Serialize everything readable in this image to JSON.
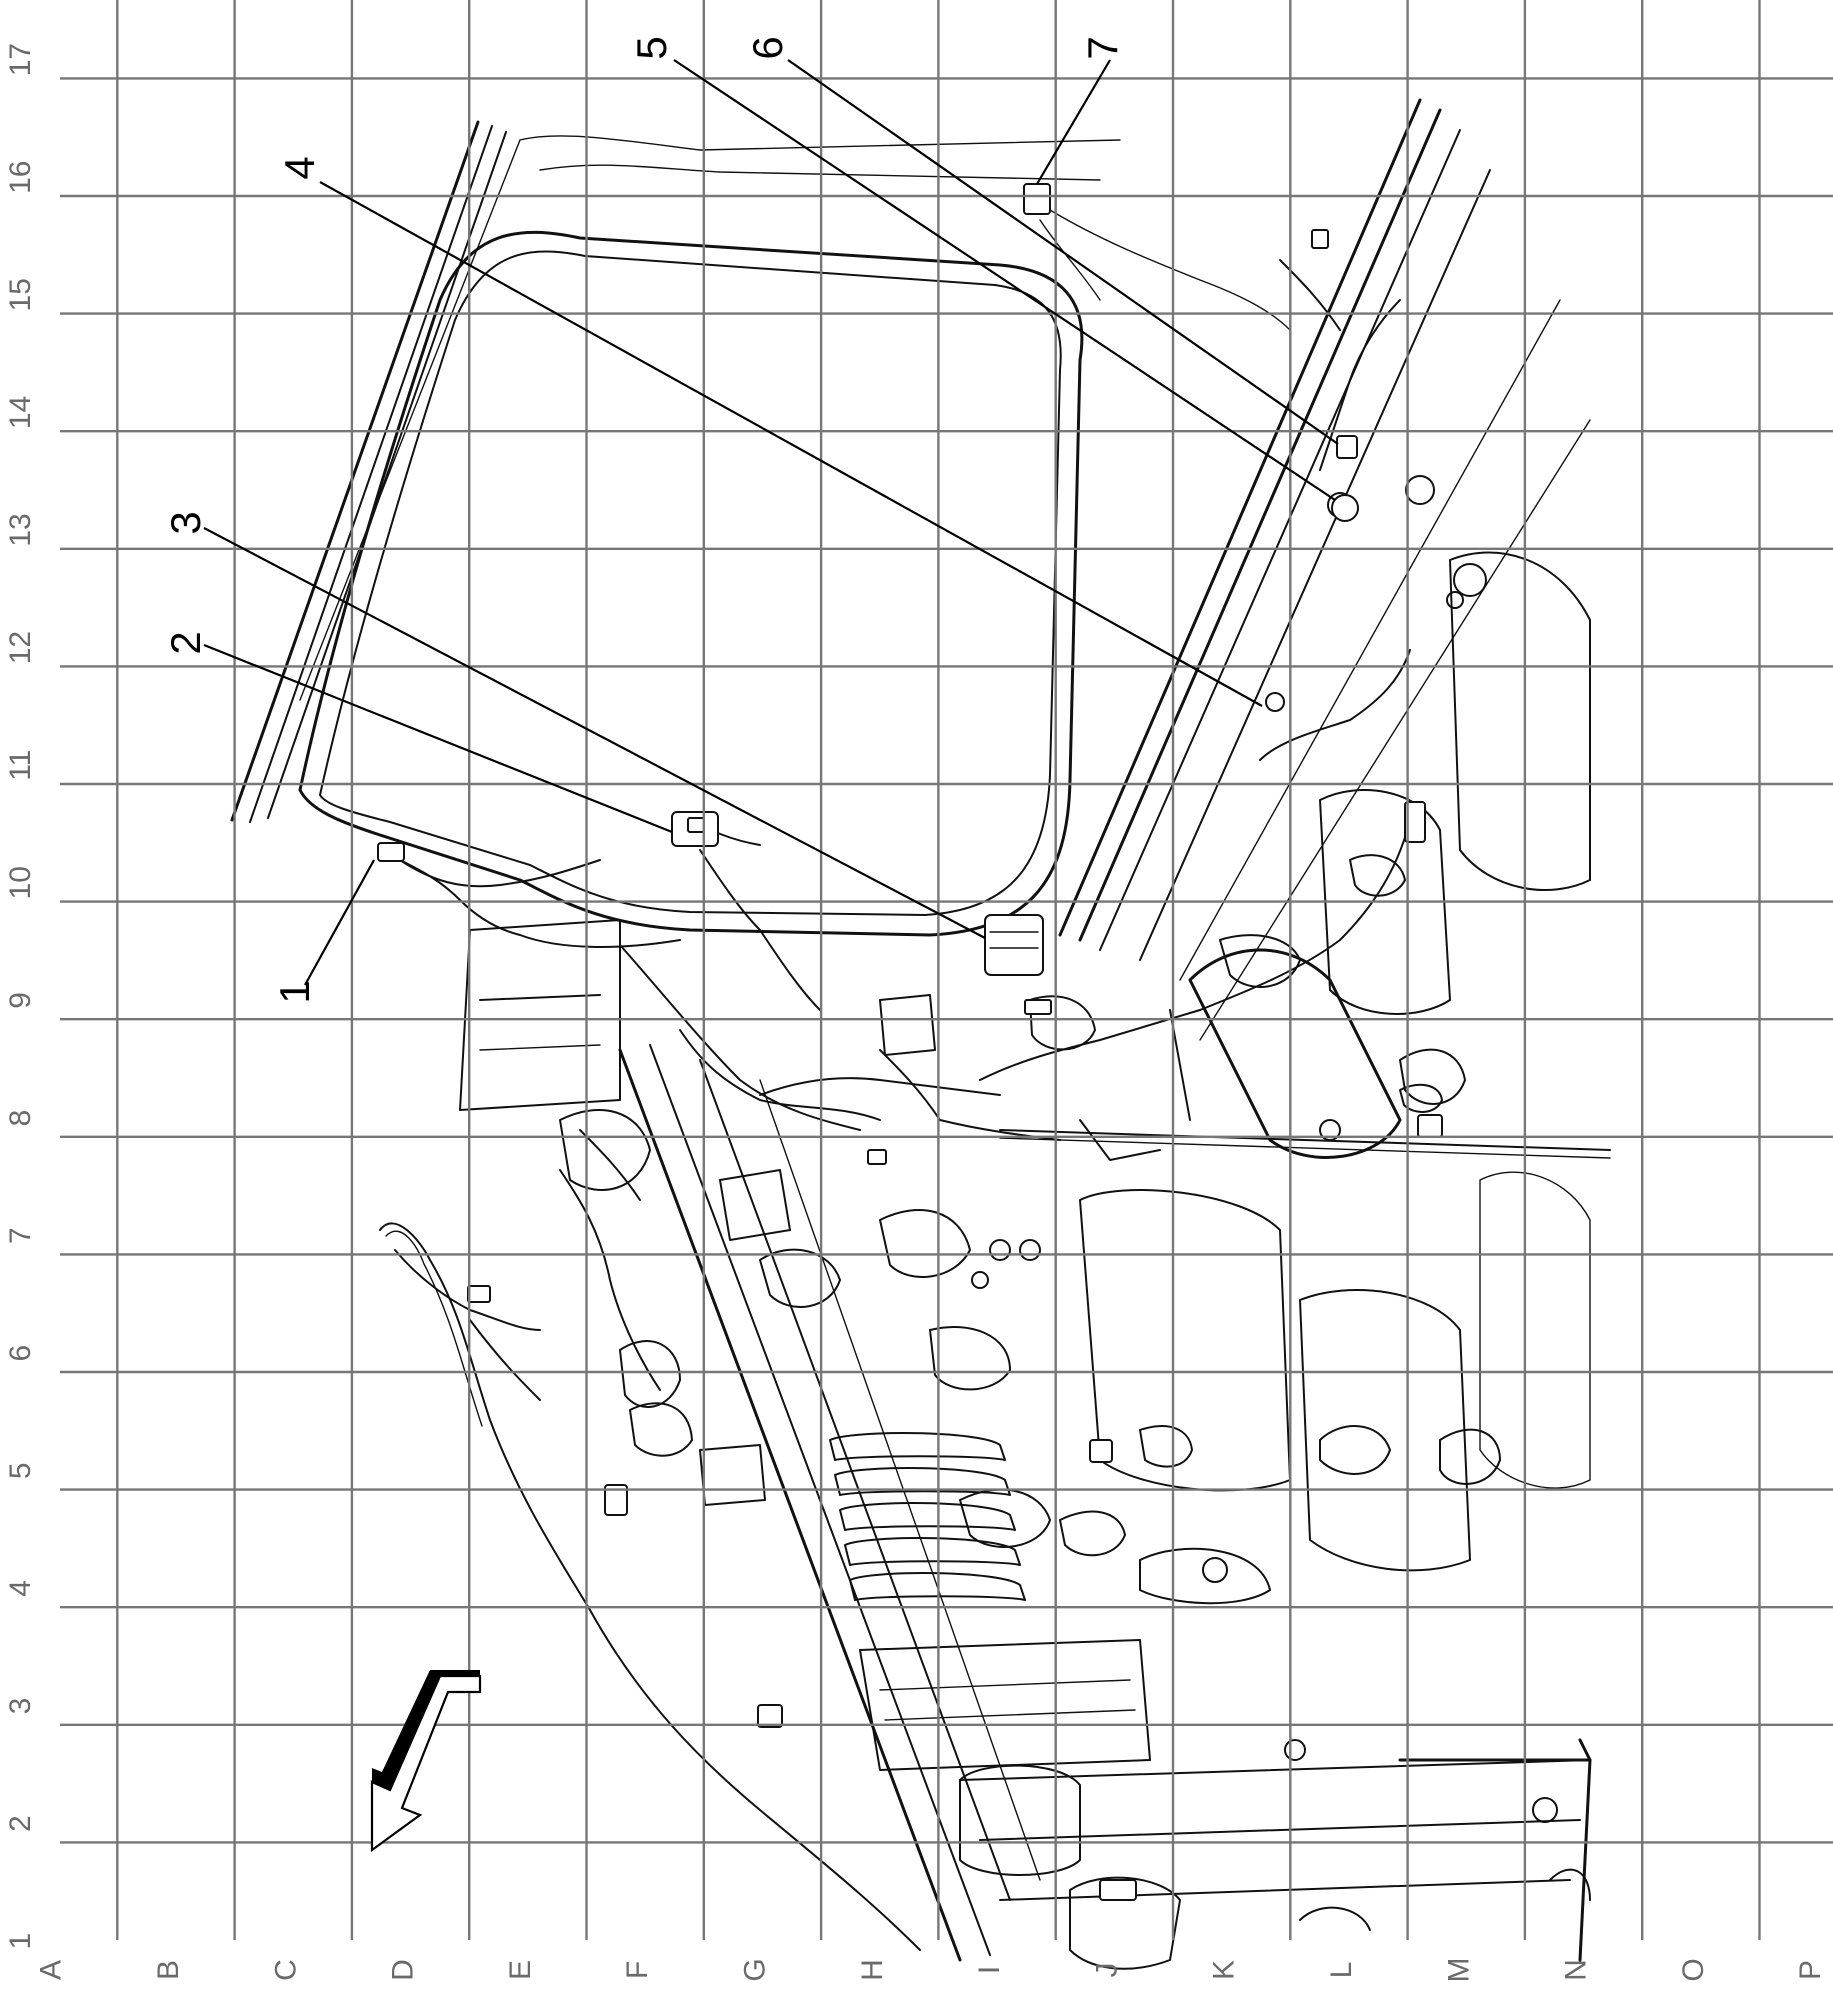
{
  "grid": {
    "columns": [
      "A",
      "B",
      "C",
      "D",
      "E",
      "F",
      "G",
      "H",
      "I",
      "J",
      "K",
      "L",
      "M",
      "N",
      "O",
      "P"
    ],
    "rows": [
      "1",
      "2",
      "3",
      "4",
      "5",
      "6",
      "7",
      "8",
      "9",
      "10",
      "11",
      "12",
      "13",
      "14",
      "15",
      "16",
      "17"
    ]
  },
  "callouts": [
    {
      "label": "1"
    },
    {
      "label": "2"
    },
    {
      "label": "3"
    },
    {
      "label": "4"
    },
    {
      "label": "5"
    },
    {
      "label": "6"
    },
    {
      "label": "7"
    }
  ],
  "direction_arrow": {
    "icon": "forward-direction-arrow-icon"
  },
  "colors": {
    "grid": "#777777",
    "labels": "#6a6a6a",
    "lines": "#111111"
  }
}
